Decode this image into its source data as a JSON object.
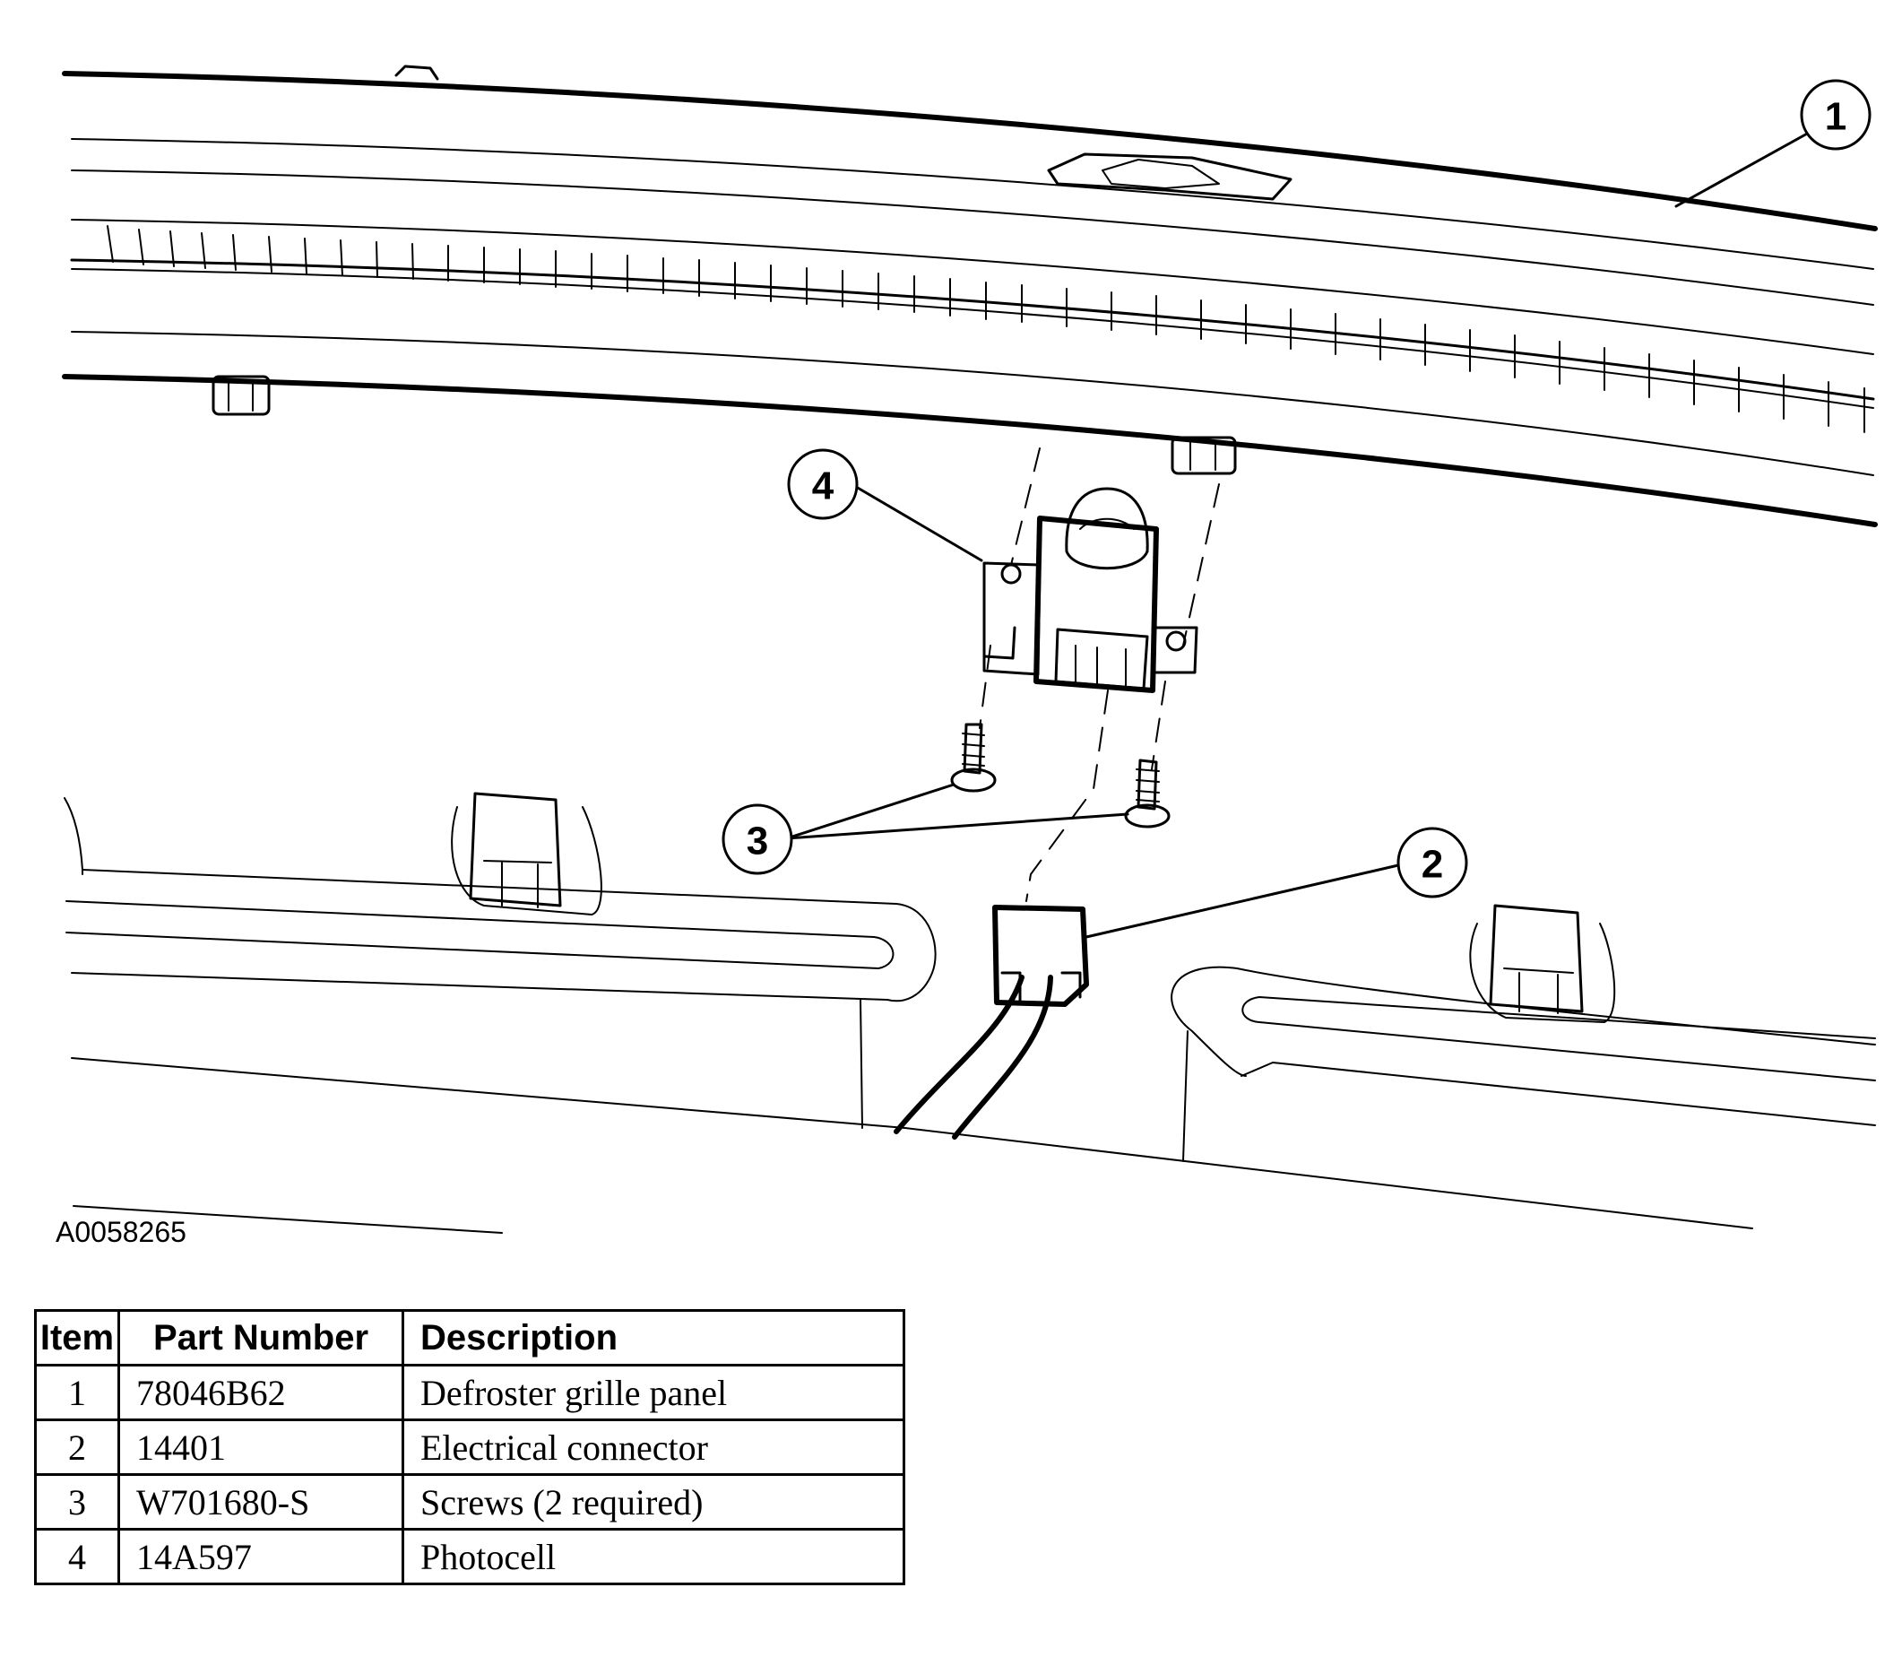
{
  "figure": {
    "id": "A0058265",
    "callouts": [
      "1",
      "2",
      "3",
      "4"
    ]
  },
  "table": {
    "headers": {
      "item": "Item",
      "part_number": "Part Number",
      "description": "Description"
    },
    "rows": [
      {
        "item": "1",
        "part_number": "78046B62",
        "description": "Defroster grille panel"
      },
      {
        "item": "2",
        "part_number": "14401",
        "description": "Electrical connector"
      },
      {
        "item": "3",
        "part_number": "W701680-S",
        "description": "Screws (2 required)"
      },
      {
        "item": "4",
        "part_number": "14A597",
        "description": "Photocell"
      }
    ]
  }
}
